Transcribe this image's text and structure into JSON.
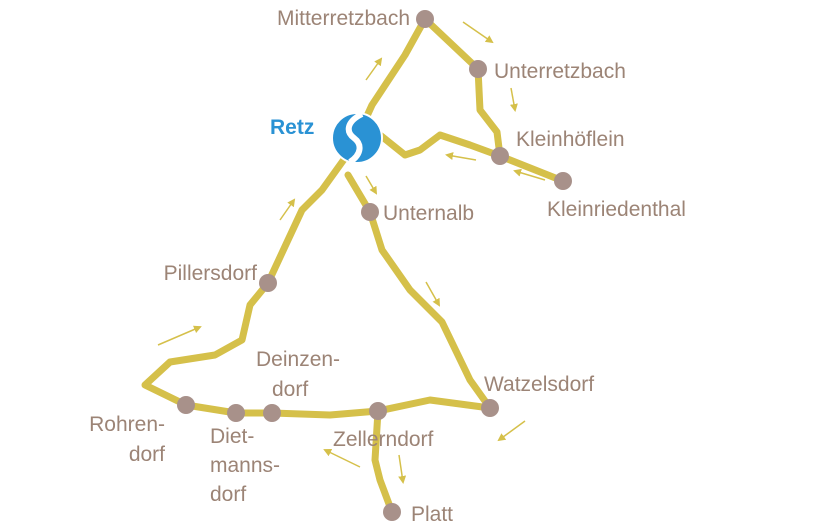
{
  "map": {
    "hub": {
      "label": "Retz",
      "icon": "s-bahn-logo-icon"
    },
    "stops": {
      "mitterretzbach": "Mitterretzbach",
      "unterretzbach": "Unterretzbach",
      "kleinhoeflein": "Kleinhöflein",
      "kleinriedenthal": "Kleinriedenthal",
      "unternalb": "Unternalb",
      "pillersdorf": "Pillersdorf",
      "deinzendorf": [
        "Deinzen-",
        "dorf"
      ],
      "watzelsdorf": "Watzelsdorf",
      "rohrendorf": [
        "Rohren-",
        "dorf"
      ],
      "dietmannsdorf": [
        "Diet-",
        "manns-",
        "dorf"
      ],
      "zellerndorf": "Zellerndorf",
      "platt": "Platt"
    },
    "colors": {
      "route": "#d5c04a",
      "stop": "#a8918a",
      "label": "#9c8476",
      "hub": "#2a92d4"
    }
  }
}
